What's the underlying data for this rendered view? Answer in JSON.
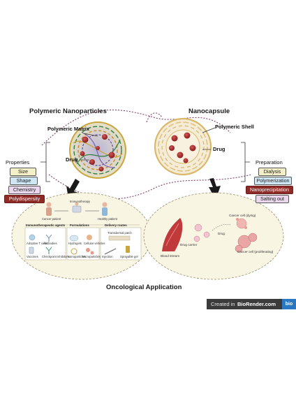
{
  "titles": {
    "left": "Polymeric Nanoparticles",
    "right": "Nanocapsule",
    "bottom": "Oncological Application"
  },
  "labels": {
    "matrix": "Polymeric Matrix",
    "shell": "Polymeric Shell",
    "drug_left": "Drug",
    "drug_right": "Drug",
    "properties": "Properties",
    "preparation": "Preparation"
  },
  "properties": [
    "Size",
    "Shape",
    "Chemistry",
    "Polydispersity"
  ],
  "preparation": [
    "Dialysis",
    "Polymerization",
    "Nanoprecipitation",
    "Salting out"
  ],
  "left_panel": {
    "cancer_patient": "Cancer patient",
    "immunotherapy": "Immunotherapy",
    "healthy_patient": "Healthy patient",
    "agents_header": "Immunotherapeutic agents",
    "formulations_header": "Formulations",
    "delivery_header": "Delivery routes",
    "adoptive": "Adoptive T cells",
    "antibodies": "Antibodies",
    "vaccines": "Vaccines",
    "checkpoint": "Checkpoint inhibitors",
    "hydrogels": "Hydrogels",
    "cellular": "Cellular vehicles",
    "nanoparticles": "Nanoparticles",
    "microparticles": "Microparticles",
    "transdermal": "Transdermal patch",
    "injection": "Injection",
    "sprayable": "Sprayable gel"
  },
  "right_panel": {
    "drug_carrier": "Drug carrier",
    "drug": "Drug",
    "blood_stream": "Blood stream",
    "cancer_dying": "Cancer cell (dying)",
    "cancer_prolif": "Cancer cell (proliferating)"
  },
  "footer": {
    "created_in": "Created in",
    "brand": "BioRender.com",
    "logo": "bio"
  },
  "colors": {
    "size": "#f3efc6",
    "shape": "#cfe6f5",
    "chemistry": "#ead7ee",
    "polydispersity": "#8f2a27",
    "dialysis": "#f3efc6",
    "polymerization": "#cfe6f5",
    "nanoprecipitation": "#8f2a27",
    "salting": "#ead7ee",
    "panel_fill": "#f9f5e3",
    "dashed": "#7a2e5b"
  }
}
